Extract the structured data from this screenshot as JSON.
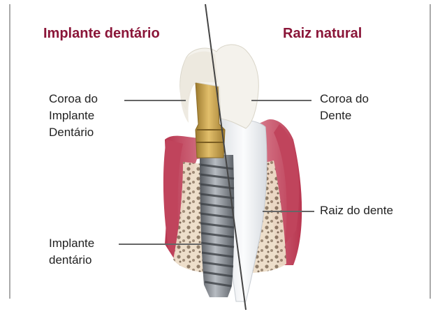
{
  "headings": {
    "left": "Implante dentário",
    "right": "Raiz natural"
  },
  "labels": {
    "implant_crown": [
      "Coroa do",
      "Implante",
      "Dentário"
    ],
    "implant": [
      "Implante",
      "dentário"
    ],
    "tooth_crown": [
      "Coroa do",
      "Dente"
    ],
    "tooth_root": "Raiz do dente"
  },
  "colors": {
    "heading": "#8a1538",
    "frame": "#555555",
    "leader": "#666666",
    "gum": "#c94b62",
    "bone": "#e9d7c2",
    "enamel": "#f3f1ea",
    "gold": "#c9a04c",
    "titanium": "#8a8f96"
  }
}
